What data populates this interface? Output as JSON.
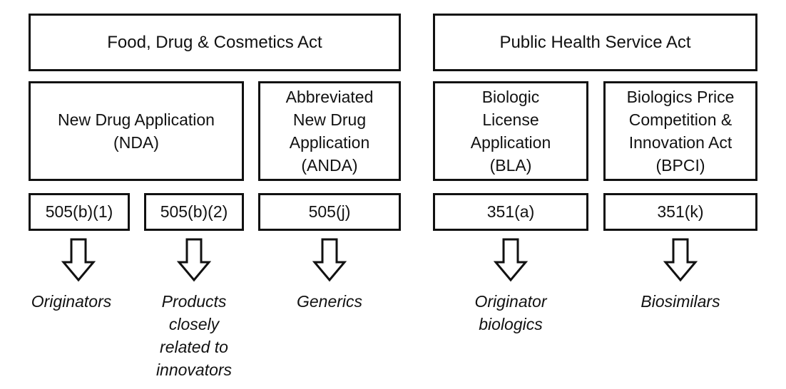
{
  "acts": {
    "fdca": "Food, Drug & Cosmetics Act",
    "phsa": "Public Health Service Act"
  },
  "applications": {
    "nda": "New Drug Application\n(NDA)",
    "anda": "Abbreviated\nNew Drug\nApplication\n(ANDA)",
    "bla": "Biologic\nLicense\nApplication\n(BLA)",
    "bpci": "Biologics Price\nCompetition &\nInnovation Act\n(BPCI)"
  },
  "sections": {
    "s505b1": "505(b)(1)",
    "s505b2": "505(b)(2)",
    "s505j": "505(j)",
    "s351a": "351(a)",
    "s351k": "351(k)"
  },
  "outcomes": {
    "originators": "Originators",
    "related": "Products\nclosely\nrelated to\ninnovators",
    "generics": "Generics",
    "originator_biologics": "Originator\nbiologics",
    "biosimilars": "Biosimilars"
  },
  "icons": {
    "arrow": "hollow-down-arrow-icon"
  }
}
